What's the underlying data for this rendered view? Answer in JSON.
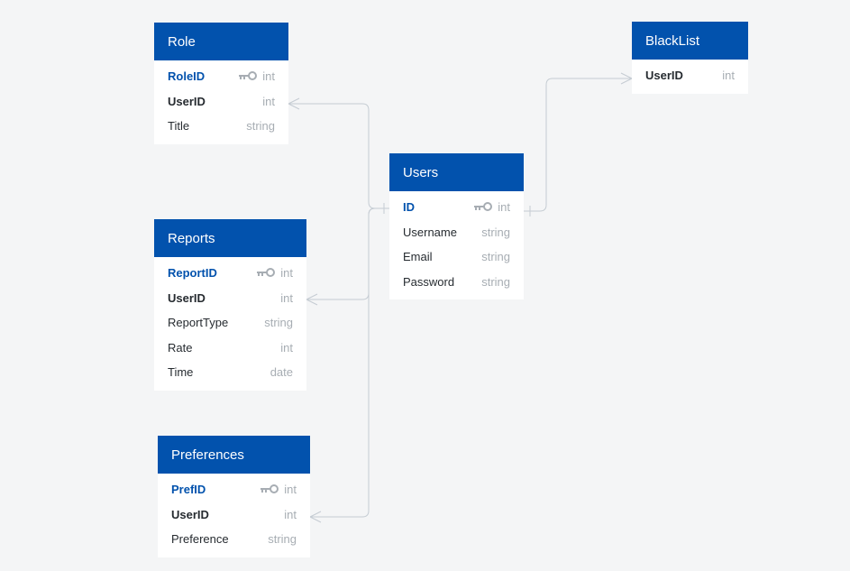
{
  "colors": {
    "header": "#0252ad",
    "header_text": "#ffffff",
    "pk_text": "#0252ad",
    "type_text": "#a7adb3",
    "connector": "#c5ccd3",
    "background": "#f4f5f6"
  },
  "tables": {
    "role": {
      "title": "Role",
      "columns": [
        {
          "name": "RoleID",
          "type": "int",
          "key": "pk"
        },
        {
          "name": "UserID",
          "type": "int",
          "key": "fk"
        },
        {
          "name": "Title",
          "type": "string",
          "key": ""
        }
      ]
    },
    "reports": {
      "title": "Reports",
      "columns": [
        {
          "name": "ReportID",
          "type": "int",
          "key": "pk"
        },
        {
          "name": "UserID",
          "type": "int",
          "key": "fk"
        },
        {
          "name": "ReportType",
          "type": "string",
          "key": ""
        },
        {
          "name": "Rate",
          "type": "int",
          "key": ""
        },
        {
          "name": "Time",
          "type": "date",
          "key": ""
        }
      ]
    },
    "preferences": {
      "title": "Preferences",
      "columns": [
        {
          "name": "PrefID",
          "type": "int",
          "key": "pk"
        },
        {
          "name": "UserID",
          "type": "int",
          "key": "fk"
        },
        {
          "name": "Preference",
          "type": "string",
          "key": ""
        }
      ]
    },
    "users": {
      "title": "Users",
      "columns": [
        {
          "name": "ID",
          "type": "int",
          "key": "pk"
        },
        {
          "name": "Username",
          "type": "string",
          "key": ""
        },
        {
          "name": "Email",
          "type": "string",
          "key": ""
        },
        {
          "name": "Password",
          "type": "string",
          "key": ""
        }
      ]
    },
    "blacklist": {
      "title": "BlackList",
      "columns": [
        {
          "name": "UserID",
          "type": "int",
          "key": "fk"
        }
      ]
    }
  },
  "relationships": [
    {
      "from": "Role.UserID",
      "to": "Users.ID",
      "cardinality": "many-to-one"
    },
    {
      "from": "Reports.UserID",
      "to": "Users.ID",
      "cardinality": "many-to-one"
    },
    {
      "from": "Preferences.UserID",
      "to": "Users.ID",
      "cardinality": "many-to-one"
    },
    {
      "from": "BlackList.UserID",
      "to": "Users.ID",
      "cardinality": "many-to-one"
    }
  ]
}
